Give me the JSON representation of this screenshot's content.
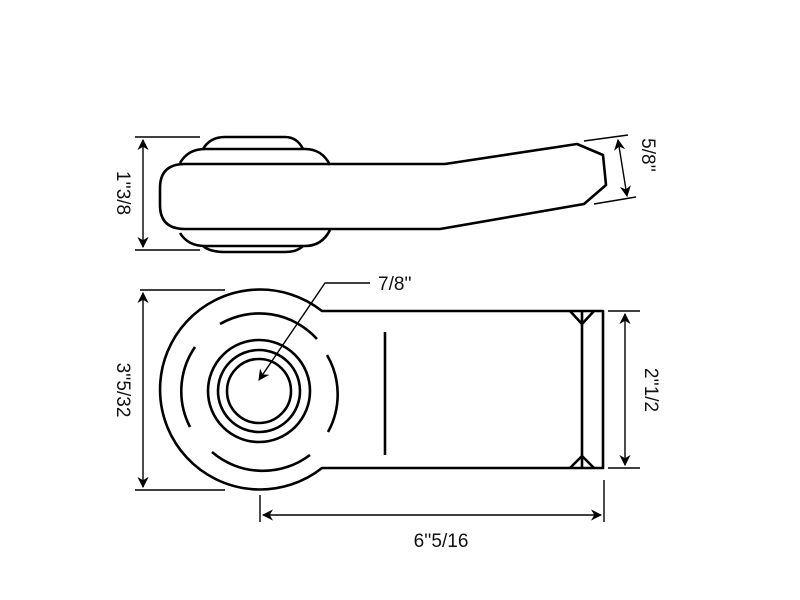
{
  "dimensions": {
    "side_height": "1''3/8",
    "tip_width": "5/8''",
    "bore_diameter": "7/8''",
    "body_height": "3''5/32",
    "arm_width": "2''1/2",
    "overall_length": "6''5/16"
  },
  "colors": {
    "line": "#000000",
    "background": "#ffffff"
  }
}
